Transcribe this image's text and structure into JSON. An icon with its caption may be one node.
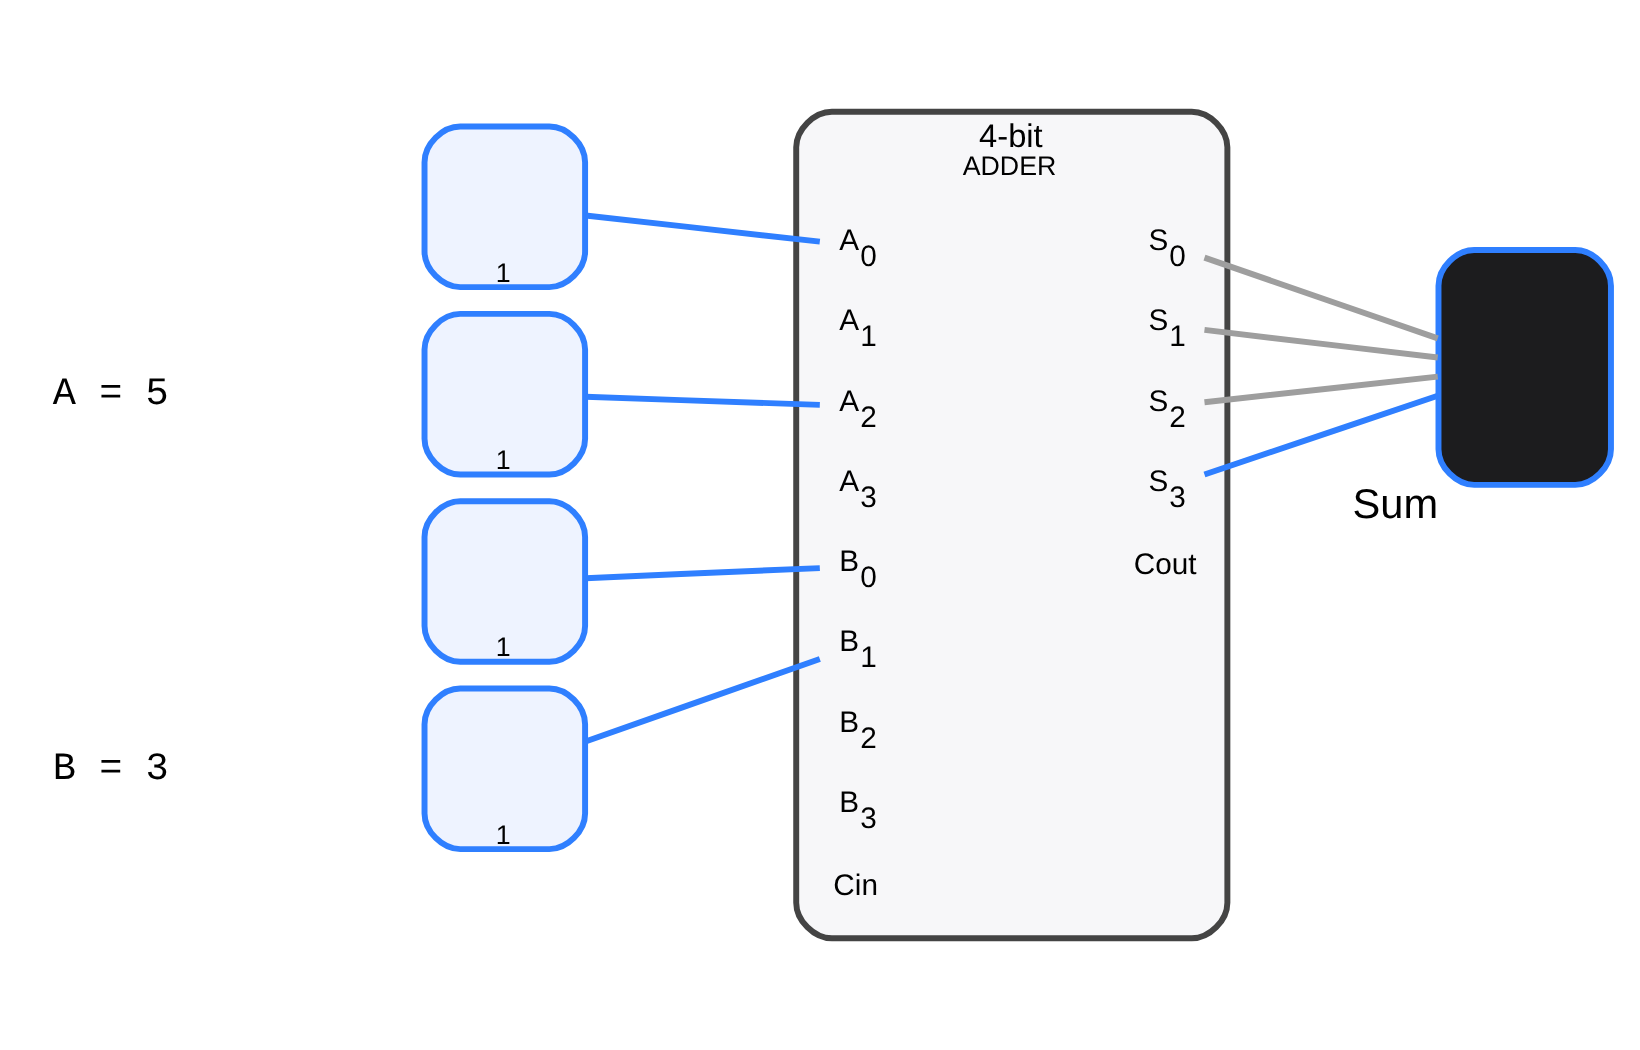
{
  "diagram": {
    "nodes": [
      {
        "text": [
          "1"
        ]
      },
      {
        "text": [
          "1"
        ]
      },
      {
        "text": [
          "1"
        ]
      },
      {
        "text": [
          "1"
        ]
      },
      {
        "text": [
          "4-bit",
          "ADDER"
        ]
      },
      {
        "text": [
          "A$_{0}$"
        ],
        "in": 4
      },
      {
        "text": [
          "A$_{1}$"
        ],
        "in": 4
      },
      {
        "text": [
          "A$_{2}$"
        ],
        "in": 4
      },
      {
        "text": [
          "A$_{3}$"
        ],
        "in": 4
      },
      {
        "text": [
          "B$_{0}$"
        ],
        "in": 4
      },
      {
        "text": [
          "B$_{1}$"
        ],
        "in": 4
      },
      {
        "text": [
          "B$_{2}$"
        ],
        "in": 4
      },
      {
        "text": [
          "B$_{3}$"
        ],
        "in": 4
      },
      {
        "text": [
          "Cin"
        ],
        "in": 4
      },
      {
        "text": [
          "S$_{0}$"
        ],
        "in": 4
      },
      {
        "text": [
          "S$_{1}$"
        ],
        "in": 4
      },
      {
        "text": [
          "S$_{2}$"
        ],
        "in": 4
      },
      {
        "text": [
          "S$_{3}$"
        ],
        "in": 4
      },
      {
        "text": [
          "Cout"
        ],
        "in": 4
      },
      {
        "text": [],
        "shape": "box",
        "beside": [
          "Sum"
        ]
      }
    ],
    "edges": [
      {
        "from": 0,
        "to": 5,
        "arrow": "none"
      },
      {
        "from": 1,
        "to": 7,
        "arrow": "none"
      },
      {
        "from": 2,
        "to": 9,
        "arrow": "none"
      },
      {
        "from": 3,
        "to": 10,
        "arrow": "none"
      },
      {
        "from": 14,
        "to": 19,
        "arrow": "none",
        "color": "#9e9e9e"
      },
      {
        "from": 15,
        "to": 19,
        "arrow": "none",
        "color": "#9e9e9e"
      },
      {
        "from": 16,
        "to": 19,
        "arrow": "none",
        "color": "#9e9e9e"
      },
      {
        "from": 17,
        "to": 19,
        "arrow": "none"
      }
    ],
    "labels": [
      "A = 5",
      "B = 3"
    ]
  }
}
